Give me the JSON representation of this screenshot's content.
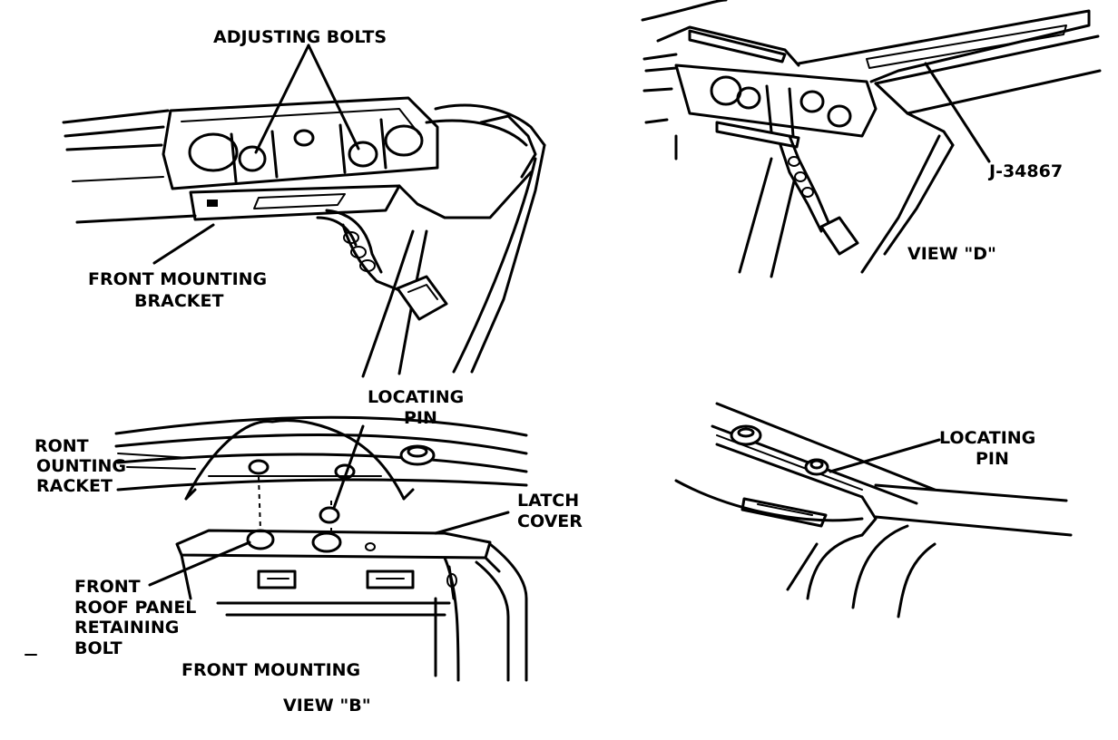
{
  "labels": {
    "adjusting_bolts": "ADJUSTING BOLTS",
    "front_mounting_bracket_top": [
      "FRONT MOUNTING",
      "BRACKET"
    ],
    "tool_number": "J-34867",
    "view_d": "VIEW \"D\"",
    "locating_pin_center": [
      "LOCATING",
      "PIN"
    ],
    "front_mounting_bracket_cut": [
      "RONT",
      "OUNTING",
      "RACKET"
    ],
    "latch_cover": [
      "LATCH",
      "COVER"
    ],
    "front_roof_panel_retaining_bolt": [
      "FRONT",
      "ROOF PANEL",
      "RETAINING",
      "BOLT"
    ],
    "front_mounting": "FRONT MOUNTING",
    "view_b": "VIEW \"B\"",
    "locating_pin_right": [
      "LOCATING",
      "PIN"
    ]
  },
  "colors": {
    "ink": "#000000",
    "paper": "#ffffff"
  }
}
